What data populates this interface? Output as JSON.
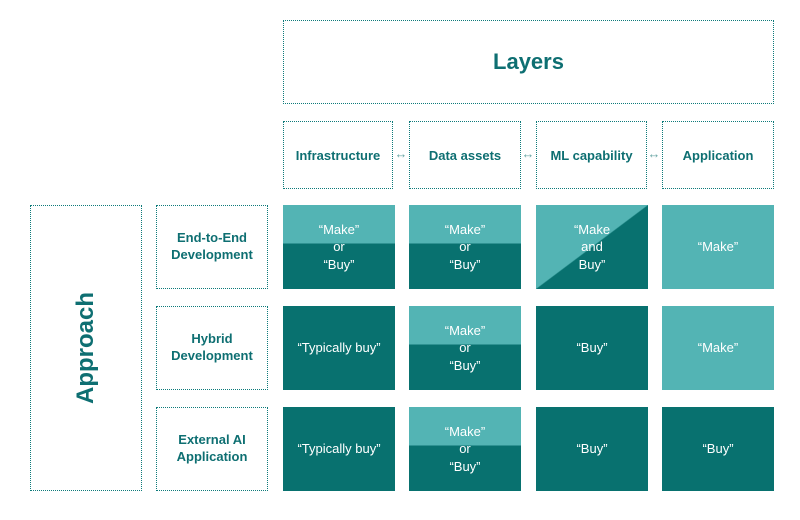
{
  "title": "Layers",
  "side_title": "Approach",
  "columns": [
    "Infrastructure",
    "Data assets",
    "ML capability",
    "Application"
  ],
  "arrows": [
    "↔",
    "↔",
    "↔"
  ],
  "rows": [
    {
      "label": "End-to-End\nDevelopment",
      "cells": [
        {
          "text": "“Make”\nor\n“Buy”",
          "fill": "split"
        },
        {
          "text": "“Make”\nor\n“Buy”",
          "fill": "split"
        },
        {
          "text": "“Make\nand\nBuy”",
          "fill": "diagonal"
        },
        {
          "text": "“Make”",
          "fill": "light"
        }
      ]
    },
    {
      "label": "Hybrid\nDevelopment",
      "cells": [
        {
          "text": "“Typically buy”",
          "fill": "dark"
        },
        {
          "text": "“Make”\nor\n“Buy”",
          "fill": "split"
        },
        {
          "text": "“Buy”",
          "fill": "dark"
        },
        {
          "text": "“Make”",
          "fill": "light"
        }
      ]
    },
    {
      "label": "External AI\nApplication",
      "cells": [
        {
          "text": "“Typically buy”",
          "fill": "dark"
        },
        {
          "text": "“Make”\nor\n“Buy”",
          "fill": "split"
        },
        {
          "text": "“Buy”",
          "fill": "dark"
        },
        {
          "text": "“Buy”",
          "fill": "dark"
        }
      ]
    }
  ],
  "colors": {
    "dark_teal": "#08716f",
    "light_teal": "#53b4b4",
    "text_teal": "#0e6f72"
  }
}
